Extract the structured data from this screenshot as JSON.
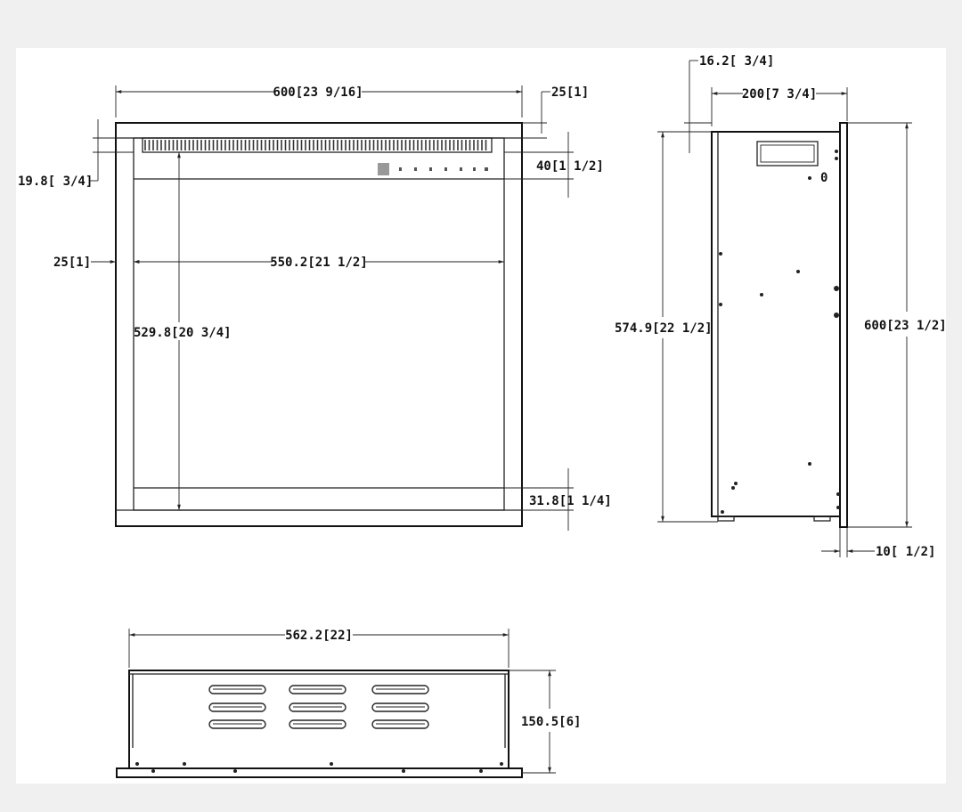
{
  "front_view": {
    "overall_width": "600[23 9/16]",
    "frame_top": "25[1]",
    "top_offset": "19.8[ 3/4]",
    "control_band": "40[1 1/2]",
    "side_frame": "25[1]",
    "inner_width": "550.2[21 1/2]",
    "inner_height": "529.8[20 3/4]",
    "bottom_band": "31.8[1 1/4]"
  },
  "side_view": {
    "top_lip": "16.2[ 3/4]",
    "depth": "200[7 3/4]",
    "body_height": "574.9[22 1/2]",
    "overall_height": "600[23 1/2]",
    "flange": "10[ 1/2]",
    "marker": "0"
  },
  "top_view": {
    "width": "562.2[22]",
    "depth": "150.5[6]"
  }
}
